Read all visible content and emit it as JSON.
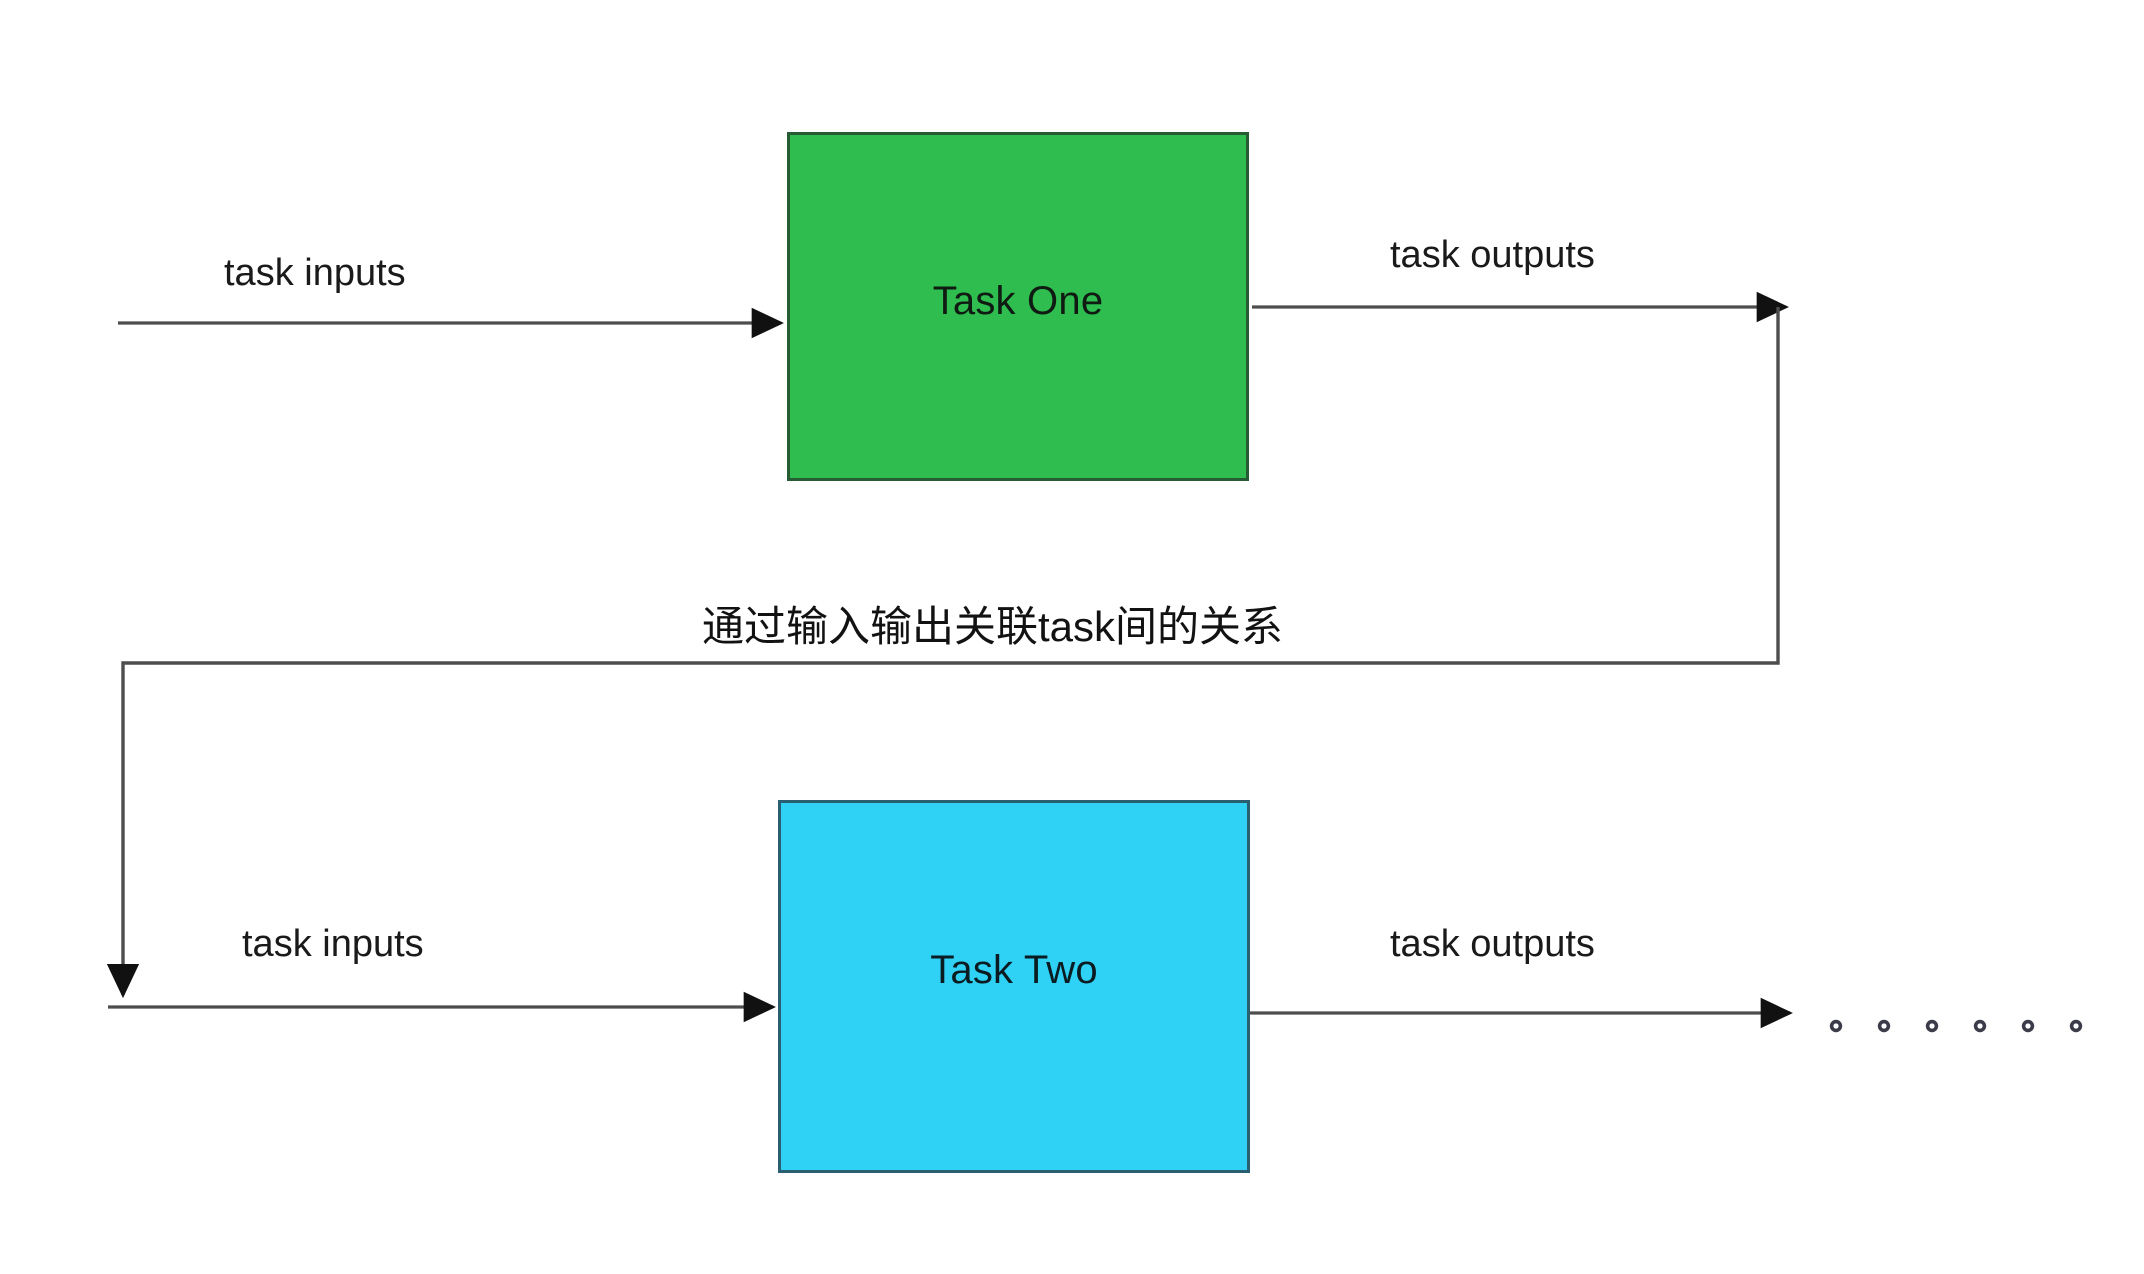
{
  "diagram": {
    "type": "flowchart",
    "background_color": "#ffffff",
    "nodes": [
      {
        "id": "task-one",
        "label": "Task One",
        "fill_color": "#2ebd4e",
        "stroke_color": "#255c33",
        "text_color": "#0f1a12"
      },
      {
        "id": "task-two",
        "label": "Task Two",
        "fill_color": "#2fd2f5",
        "stroke_color": "#2a5f72",
        "text_color": "#0a1c22"
      }
    ],
    "edge_labels": {
      "inputs_top": "task inputs",
      "outputs_top": "task outputs",
      "inputs_bottom": "task inputs",
      "outputs_bottom": "task outputs",
      "feedback": "通过输入输出关联task间的关系"
    },
    "line_color": "#4d4d4d",
    "arrow_color": "#111111",
    "continuation_dots": {
      "count": 6,
      "color": "#3b3b4a"
    }
  }
}
